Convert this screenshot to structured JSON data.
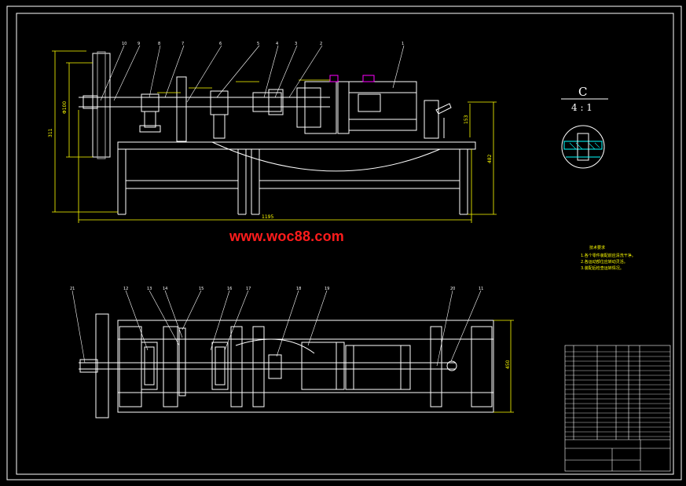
{
  "drawing": {
    "watermark": "www.woc88.com",
    "detail_view": {
      "letter": "C",
      "scale": "4 : 1"
    },
    "dimensions": {
      "overall_length": "1195",
      "overall_height": "311",
      "frame_height": "482",
      "shaft_height": "153",
      "shaft_dia": "Φ100",
      "plan_width": "450"
    },
    "top_callouts": [
      "10",
      "9",
      "8",
      "7",
      "6",
      "5",
      "4",
      "3",
      "2",
      "1"
    ],
    "bottom_callouts": [
      "21",
      "12",
      "13",
      "14",
      "15",
      "16",
      "17",
      "18",
      "19",
      "20",
      "11"
    ],
    "notes": {
      "title": "技术要求",
      "lines": [
        "1.各个零件装配前应清洗干净。",
        "2.各运动部位应转动灵活。",
        "3.装配后检查运转情况。"
      ]
    },
    "colors": {
      "background": "#000000",
      "lines": "#ffffff",
      "dims": "#ffff00",
      "detail": "#00ffff",
      "accent": "#ff1c1c",
      "magenta": "#ff00ff"
    }
  }
}
